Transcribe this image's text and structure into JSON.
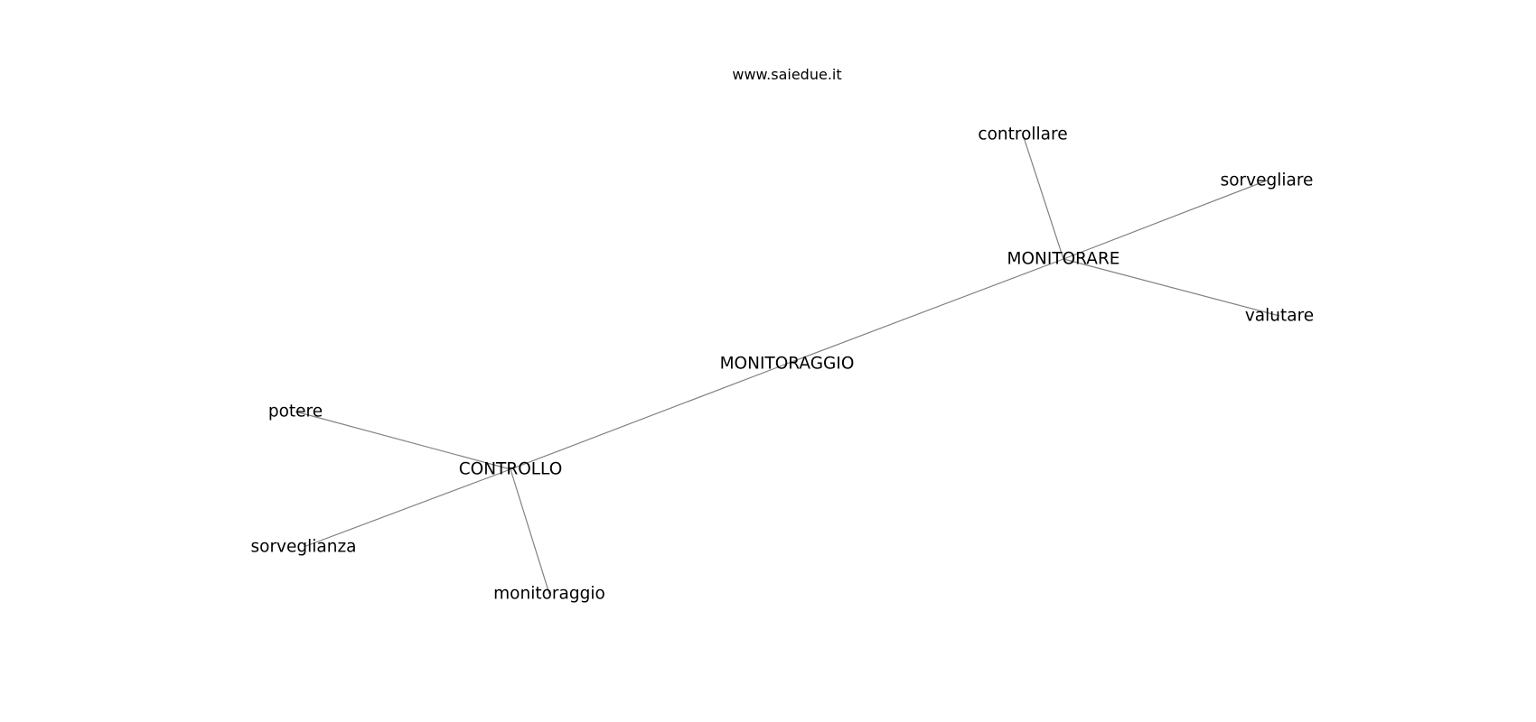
{
  "watermark": "www.saiedue.it",
  "nodes": [
    {
      "id": "monitoraggio_center",
      "label": "MONITORAGGIO"
    },
    {
      "id": "monitorare",
      "label": "MONITORARE"
    },
    {
      "id": "controllo",
      "label": "CONTROLLO"
    },
    {
      "id": "controllare",
      "label": "controllare"
    },
    {
      "id": "sorvegliare",
      "label": "sorvegliare"
    },
    {
      "id": "valutare",
      "label": "valutare"
    },
    {
      "id": "potere",
      "label": "potere"
    },
    {
      "id": "sorveglianza",
      "label": "sorveglianza"
    },
    {
      "id": "monitoraggio_leaf",
      "label": "monitoraggio"
    }
  ],
  "edges": [
    [
      "monitoraggio_center",
      "monitorare"
    ],
    [
      "monitoraggio_center",
      "controllo"
    ],
    [
      "monitorare",
      "controllare"
    ],
    [
      "monitorare",
      "sorvegliare"
    ],
    [
      "monitorare",
      "valutare"
    ],
    [
      "controllo",
      "potere"
    ],
    [
      "controllo",
      "sorveglianza"
    ],
    [
      "controllo",
      "monitoraggio_leaf"
    ]
  ]
}
